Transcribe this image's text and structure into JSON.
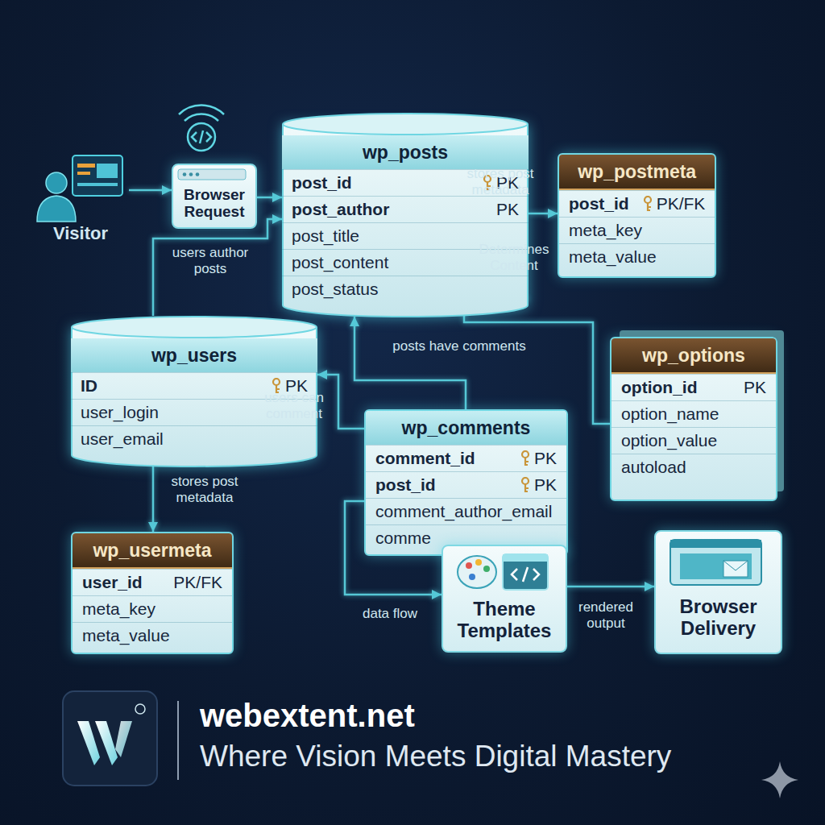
{
  "diagram": {
    "nodes": [
      {
        "text": [
          "Visitor"
        ]
      },
      {
        "text": [
          "Browser Request"
        ]
      },
      {
        "text": [
          "wp_posts",
          "post_id",
          "PK",
          "post_author",
          "PK",
          "post_title",
          "post_content",
          "post_status"
        ]
      },
      {
        "text": [
          "wp_postmeta",
          "post_id",
          "PK/FK",
          "meta_key",
          "meta_value"
        ]
      },
      {
        "text": [
          "wp_users",
          "ID",
          "PK",
          "user_login",
          "user_email"
        ]
      },
      {
        "text": [
          "wp_options",
          "option_id",
          "PK",
          "option_name",
          "option_value",
          "autoload"
        ]
      },
      {
        "text": [
          "wp_comments",
          "comment_id",
          "PK",
          "post_id",
          "PK",
          "comment_author_email",
          "comme"
        ]
      },
      {
        "text": [
          "wp_usermeta",
          "user_id",
          "PK/FK",
          "meta_key",
          "meta_value"
        ]
      },
      {
        "text": [
          "Theme Templates"
        ]
      },
      {
        "text": [
          "Browser Delivery"
        ]
      }
    ],
    "edges": [
      {
        "from": 0,
        "to": 1,
        "arrow": "to"
      },
      {
        "from": 1,
        "to": 2,
        "arrow": "to"
      },
      {
        "from": 4,
        "to": 2,
        "label": "users author posts",
        "arrow": "to"
      },
      {
        "from": 2,
        "to": 3,
        "label": "stores post metadata",
        "arrow": "to"
      },
      {
        "from": 2,
        "to": 5,
        "arrow": "none"
      },
      {
        "from": 6,
        "to": 2,
        "label": "posts have comments",
        "arrow": "to"
      },
      {
        "from": 6,
        "to": 4,
        "label": "users can comment",
        "arrow": "to"
      },
      {
        "from": 4,
        "to": 7,
        "label": "stores post metadata",
        "arrow": "to"
      },
      {
        "from": 6,
        "to": 8,
        "label": "data flow",
        "arrow": "to"
      },
      {
        "from": 8,
        "to": 9,
        "label": "rendered output",
        "arrow": "to"
      }
    ],
    "labels": [
      "Determines Content",
      "webextent.net",
      "Where Vision Meets Digital Mastery"
    ]
  }
}
